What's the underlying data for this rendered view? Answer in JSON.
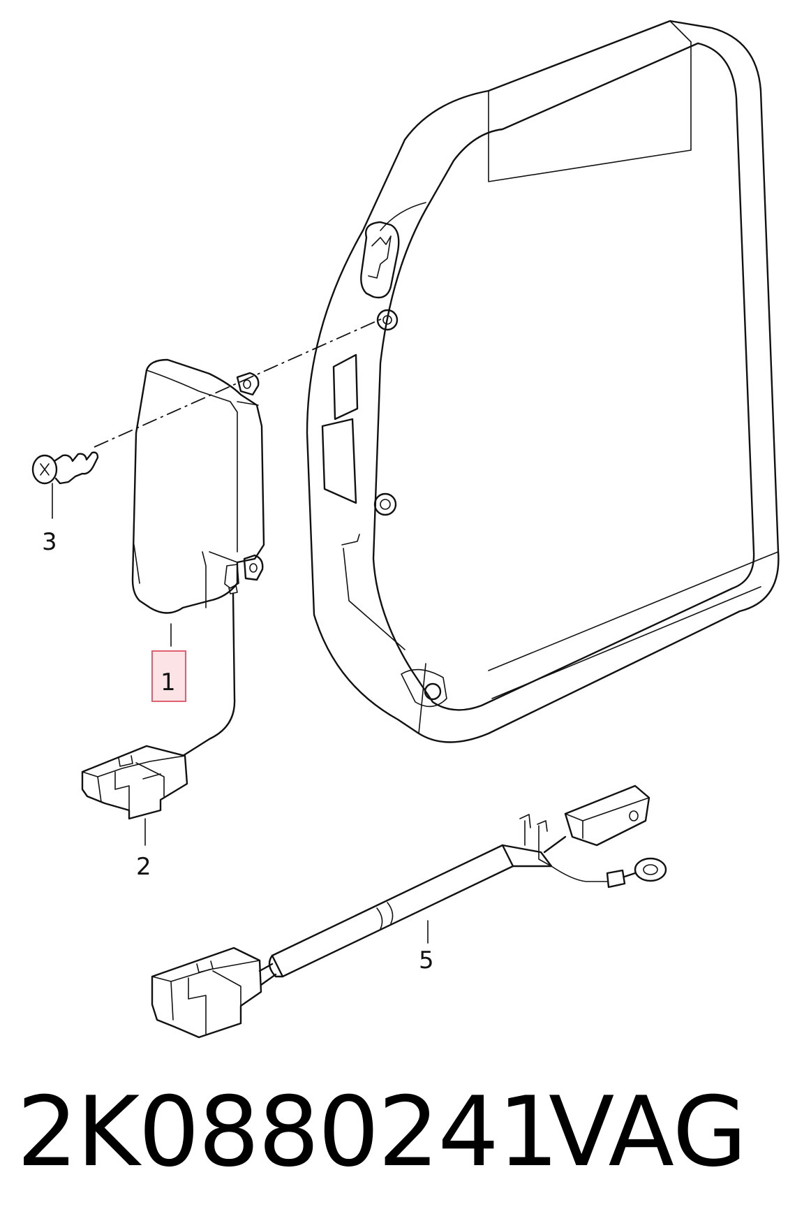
{
  "callouts": {
    "item1": "1",
    "item2": "2",
    "item3": "3",
    "item5": "5"
  },
  "footer": {
    "part_number": "2K0880241",
    "brand": "VAG"
  },
  "colors": {
    "highlight_box": "#e06070",
    "highlight_fill": "#fbe3e6",
    "line": "#111111"
  }
}
